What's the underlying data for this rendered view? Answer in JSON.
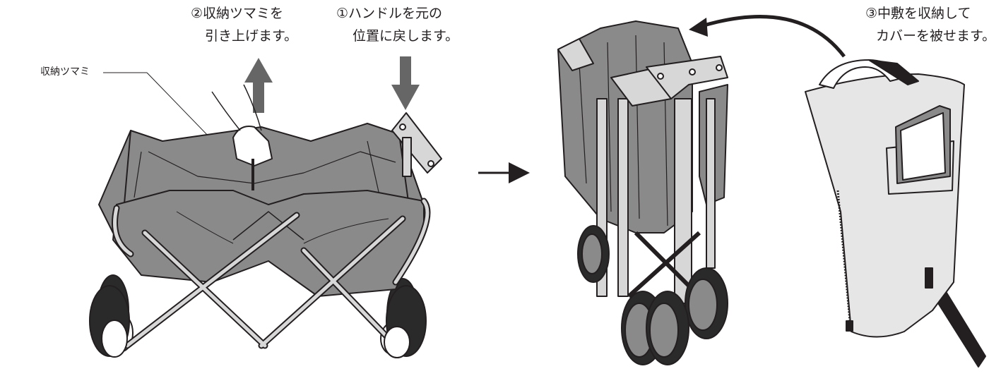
{
  "step2": {
    "line1": "②収納ツマミを",
    "line2": "引き上げます。"
  },
  "step1": {
    "line1": "①ハンドルを元の",
    "line2": "位置に戻します。"
  },
  "step3": {
    "line1": "③中敷を収納して",
    "line2": "カバーを被せます。"
  },
  "callout": {
    "label": "収納ツマミ"
  },
  "colors": {
    "fabric": "#8a8a8a",
    "frame": "#d7d7d7",
    "outline": "#231f20",
    "tire": "#2a2a2a",
    "cover": "#e6e6e6"
  }
}
